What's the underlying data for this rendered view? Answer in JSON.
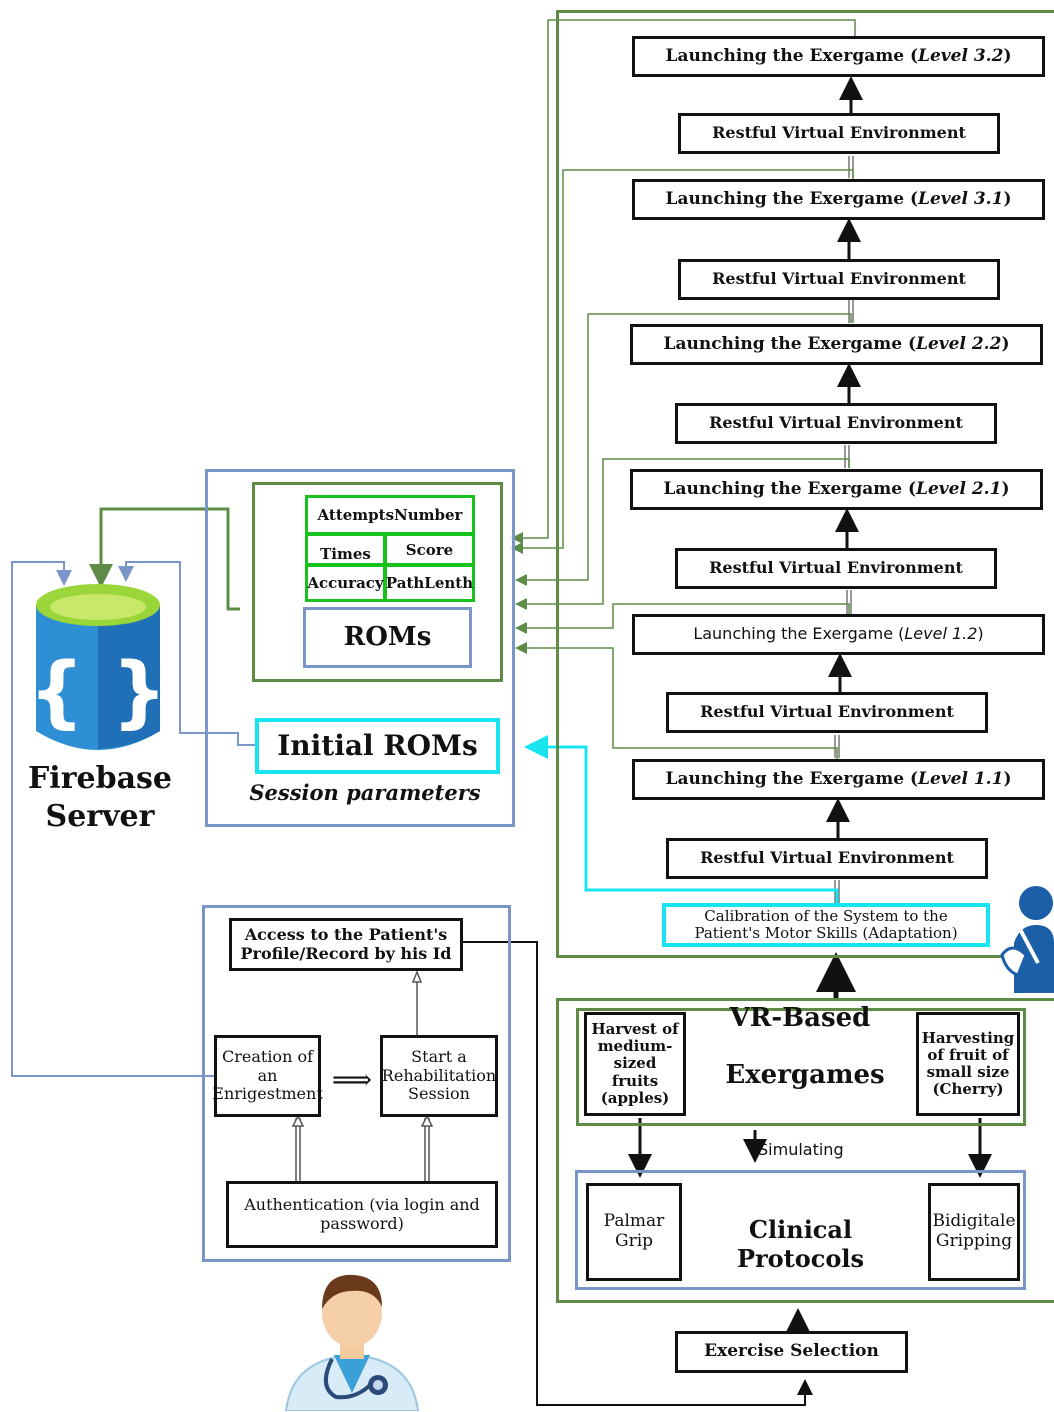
{
  "levels": [
    {
      "prefix": "Launching the Exergame (",
      "level": "Level 3.2",
      "suffix": ")"
    },
    {
      "prefix": "Launching the Exergame (",
      "level": "Level 3.1",
      "suffix": ")"
    },
    {
      "prefix": "Launching the Exergame (",
      "level": "Level 2.2",
      "suffix": ")"
    },
    {
      "prefix": "Launching the Exergame (",
      "level": "Level 2.1",
      "suffix": ")"
    },
    {
      "prefix": "Launching the Exergame (",
      "level": "Level 1.2",
      "suffix": ")"
    },
    {
      "prefix": "Launching the Exergame (",
      "level": "Level 1.1",
      "suffix": ")"
    }
  ],
  "restful": "Restful Virtual Environment",
  "calibration": "Calibration of the System to the Patient's Motor Skills (Adaptation)",
  "session": {
    "attempts": "AttemptsNumber",
    "times": "Times",
    "score": "Score",
    "accuracy": "Accuracy",
    "pathlength": "PathLenth",
    "roms": "ROMs",
    "initial_roms": "Initial ROMs",
    "caption": "Session parameters"
  },
  "firebase": {
    "line1": "Firebase",
    "line2": "Server"
  },
  "doctor_flow": {
    "access": "Access to the Patient's Profile/Record by his Id",
    "creation": "Creation of an Enrigestment",
    "start": "Start a Rehabilitation Session",
    "auth": "Authentication (via login and password)",
    "arrow": "⟹"
  },
  "vr": {
    "title1": "VR-Based",
    "title2": "Exergames",
    "harvest_medium": "Harvest of medium-sized fruits (apples)",
    "harvest_small": "Harvesting of fruit of small size (Cherry)",
    "simulating": "Simulating",
    "clinical": "Clinical Protocols",
    "palmar": "Palmar Grip",
    "bidigitale": "Bidigitale Gripping"
  },
  "exercise_selection": "Exercise Selection",
  "colors": {
    "green": "#5e8c46",
    "blue": "#7a96c8",
    "cyan": "#18e4f0",
    "bright_green": "#18c21c",
    "firebase_blue": "#2f8fd4"
  },
  "icons": [
    "database-icon",
    "doctor-icon",
    "patient-icon"
  ]
}
